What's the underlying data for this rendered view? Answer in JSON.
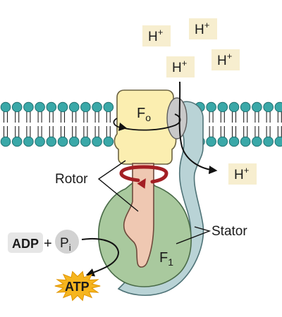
{
  "protons": {
    "symbol": "H",
    "charge": "+",
    "free_count": 5
  },
  "labels": {
    "fo_base": "F",
    "fo_sub": "o",
    "f1_base": "F",
    "f1_sub": "1",
    "rotor": "Rotor",
    "stator": "Stator",
    "adp": "ADP",
    "plus": "+",
    "pi_base": "P",
    "pi_sub": "i",
    "atp": "ATP"
  },
  "colors": {
    "membrane_head": "#3aa8a8",
    "fo_unit": "#fbeeb0",
    "f1_unit": "#a9c99e",
    "rotor_stalk": "#efc8b2",
    "stator": "#b9d3d6",
    "rotation_arrow": "#a31f24",
    "proton_box": "#f7eecf",
    "adp_box": "#e6e6e6",
    "pi_circle": "#d2d2d2",
    "atp_burst": "#f6b51e"
  }
}
